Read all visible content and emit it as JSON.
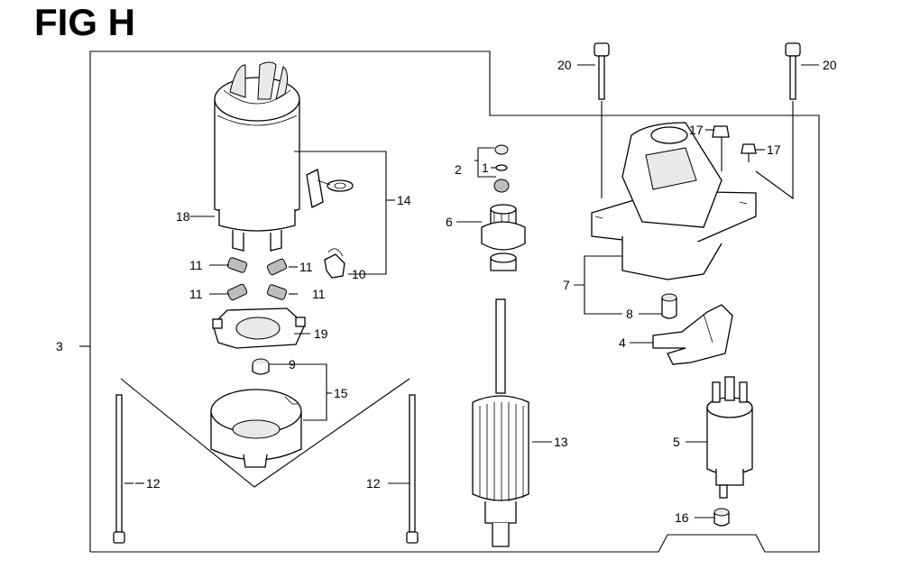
{
  "figure": {
    "title": "FIG H"
  },
  "callouts": {
    "c1": "1",
    "c2": "2",
    "c3": "3",
    "c4": "4",
    "c5": "5",
    "c6": "6",
    "c7": "7",
    "c8": "8",
    "c9": "9",
    "c10": "10",
    "c11a": "11",
    "c11b": "11",
    "c11c": "11",
    "c11d": "11",
    "c12a": "12",
    "c12b": "12",
    "c13": "13",
    "c14": "14",
    "c15": "15",
    "c16": "16",
    "c17a": "17",
    "c17b": "17",
    "c18": "18",
    "c19": "19",
    "c20a": "20",
    "c20b": "20"
  }
}
